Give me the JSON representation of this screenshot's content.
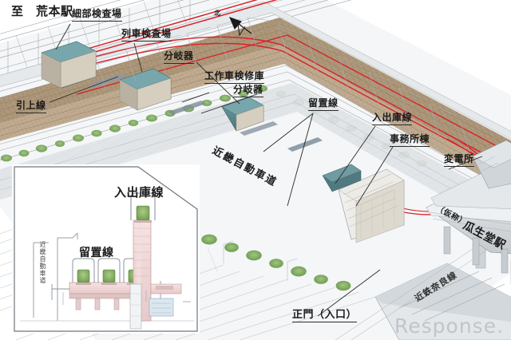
{
  "figure": {
    "kind": "aerial-perspective-illustration",
    "subject": "Railway depot and new station site plan (Japanese)",
    "background_color": "#ffffff",
    "line_color": "#7d8389",
    "route_color": "#d8222a",
    "roof_color": "#5d8a90",
    "ballast_color": "#9a8163",
    "vegetation_color": "#7aa65a",
    "ground_color": "#d9dde0",
    "label_color": "#1a1a1a"
  },
  "compass": {
    "label": "北",
    "name": "north-arrow"
  },
  "labels": {
    "to_station": "至　荒本駅",
    "detail_inspection": "細部検査場",
    "train_inspection": "列車検査場",
    "turnout_1": "分岐器",
    "work_car_shed": "工作車検修庫",
    "turnout_2": "分岐器",
    "pull_up_line": "引上線",
    "stabling_line": "留置線",
    "depot_access_line": "入出庫線",
    "office_building": "事務所棟",
    "substation": "変電所",
    "main_gate": "正門（入口）",
    "expressway_diagonal": "近畿自動車道",
    "kintetsu_nara_line": "近鉄奈良線",
    "new_station_prefix": "（仮称）",
    "new_station_name": "瓜生堂駅"
  },
  "inset": {
    "title_access": "入出庫線",
    "title_stabling": "留置線",
    "expressway_vertical": "近畿自動車道",
    "stabling_track_count": 3,
    "clipped_corner": true
  },
  "watermark": {
    "text": "Response.",
    "color": "#b9bcc0"
  }
}
